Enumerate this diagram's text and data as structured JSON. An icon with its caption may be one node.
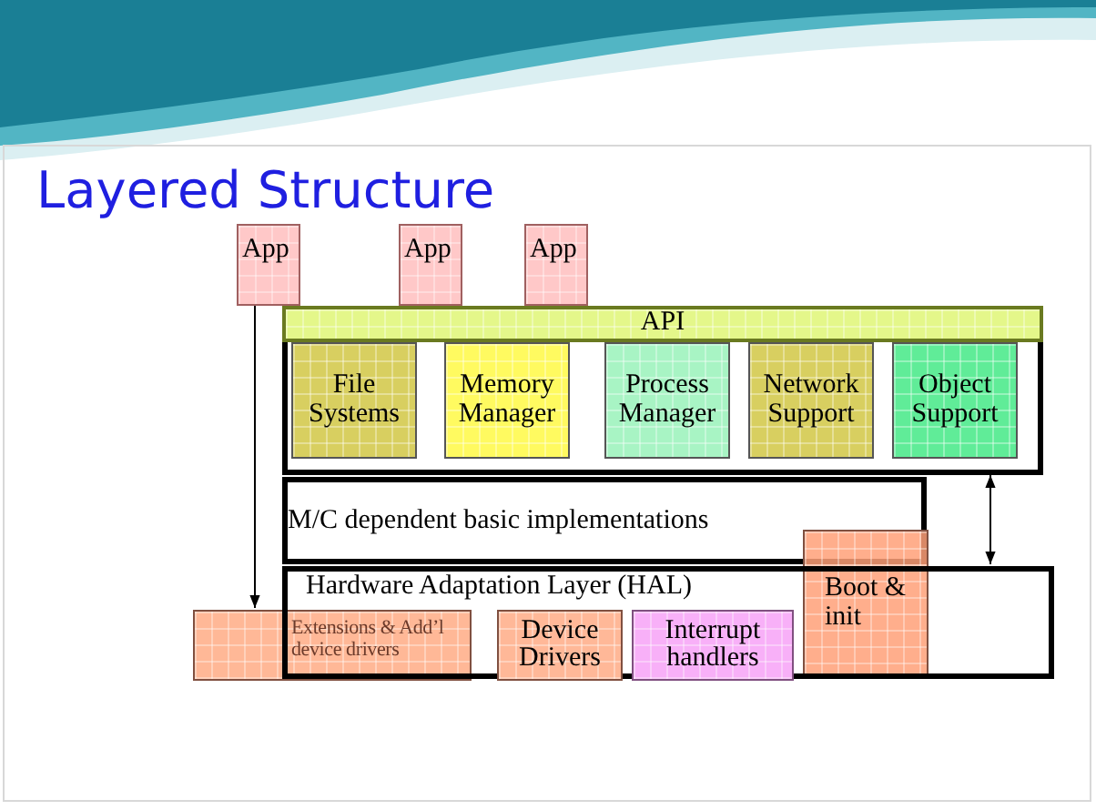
{
  "diagram": {
    "title": "Layered Structure",
    "nodes": [
      {
        "text": [
          "App"
        ]
      },
      {
        "text": [
          "App"
        ]
      },
      {
        "text": [
          "App"
        ]
      },
      {
        "text": [],
        "shape": "box"
      },
      {
        "text": [
          "API"
        ],
        "in": 3
      },
      {
        "text": [
          "File Systems"
        ],
        "in": 3
      },
      {
        "text": [
          "Memory Manager"
        ],
        "in": 3
      },
      {
        "text": [
          "Process Manager"
        ],
        "in": 3
      },
      {
        "text": [
          "Network Support"
        ],
        "in": 3
      },
      {
        "text": [
          "Object Support"
        ],
        "in": 3
      },
      {
        "text": [
          "M/C dependent basic implementations"
        ]
      },
      {
        "text": [
          "Hardware Adaptation Layer (HAL)"
        ]
      },
      {
        "text": [
          "Extensions & Add’l device drivers"
        ]
      },
      {
        "text": [
          "Device Drivers"
        ],
        "in": 11
      },
      {
        "text": [
          "Interrupt handlers"
        ],
        "in": 11
      },
      {
        "text": [
          "Boot & init"
        ]
      }
    ],
    "edges": [
      {
        "from": 0,
        "to": 12,
        "arrow": "to"
      },
      {
        "from": 3,
        "to": 11,
        "arrow": "both"
      }
    ]
  }
}
